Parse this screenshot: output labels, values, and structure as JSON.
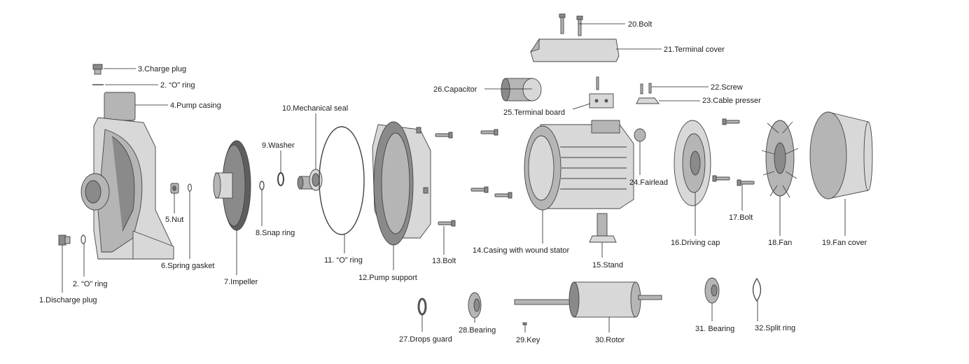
{
  "labels": {
    "p1": "1.Discharge plug",
    "p2a": "2. “O” ring",
    "p2b": "2. “O” ring",
    "p3": "3.Charge plug",
    "p4": "4.Pump casing",
    "p5": "5.Nut",
    "p6": "6.Spring gasket",
    "p7": "7.Impeller",
    "p8": "8.Snap ring",
    "p9": "9.Washer",
    "p10": "10.Mechanical seal",
    "p11": "11. “O” ring",
    "p12": "12.Pump support",
    "p13": "13.Bolt",
    "p14": "14.Casing with wound stator",
    "p15": "15.Stand",
    "p16": "16.Driving cap",
    "p17": "17.Bolt",
    "p18": "18.Fan",
    "p19": "19.Fan cover",
    "p20": "20.Bolt",
    "p21": "21.Terminal cover",
    "p22": "22.Screw",
    "p23": "23.Cable presser",
    "p24": "24.Fairlead",
    "p25": "25.Terminal board",
    "p26": "26.Capacitor",
    "p27": "27.Drops guard",
    "p28": "28.Bearing",
    "p29": "29.Key",
    "p30": "30.Rotor",
    "p31": "31. Bearing",
    "p32": "32.Split ring"
  }
}
